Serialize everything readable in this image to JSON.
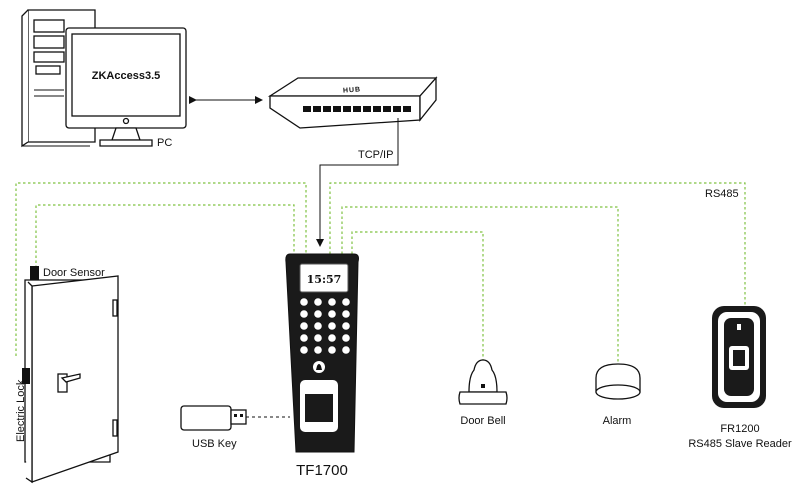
{
  "diagram": {
    "software_name": "ZKAccess3.5",
    "pc_label": "PC",
    "hub_label": "HUB",
    "tcpip_label": "TCP/IP",
    "rs485_label": "RS485",
    "door_sensor_label": "Door Sensor",
    "electric_lock_label": "Electric Lock",
    "usb_key_label": "USB Key",
    "device_label": "TF1700",
    "device_screen_time": "15:57",
    "door_bell_label": "Door Bell",
    "alarm_label": "Alarm",
    "slave_reader_model": "FR1200",
    "slave_reader_desc": "RS485 Slave Reader",
    "wire_color": "#7fc241",
    "line_color": "#111111"
  }
}
